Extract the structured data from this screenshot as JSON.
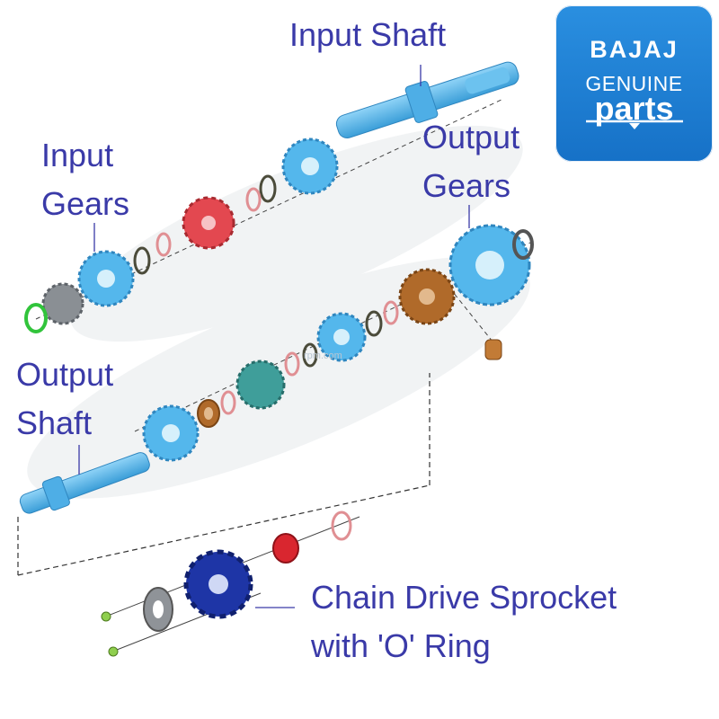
{
  "labels": {
    "input_shaft": "Input Shaft",
    "input_gears_1": "Input",
    "input_gears_2": "Gears",
    "output_gears_1": "Output",
    "output_gears_2": "Gears",
    "output_shaft_1": "Output",
    "output_shaft_2": "Shaft",
    "sprocket_1": "Chain Drive Sprocket",
    "sprocket_2": "with 'O' Ring"
  },
  "logo": {
    "brand": "BAJAJ",
    "line1": "GENUINE",
    "line2": "parts"
  },
  "watermark": "rpm.com",
  "colors": {
    "label_text": "#3a3aa8",
    "gear_blue": "#54b7ec",
    "gear_red": "#e34850",
    "gear_bronze": "#b06a2a",
    "gear_teal": "#3f9e9a",
    "sprocket_navy": "#1e35a6",
    "logo_bg": "#1a78cc"
  }
}
